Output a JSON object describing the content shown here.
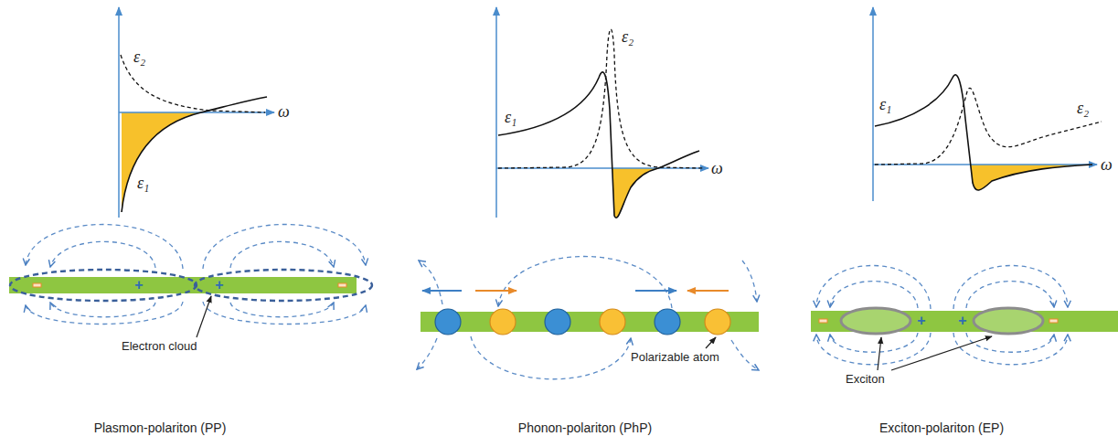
{
  "diagram": {
    "labels": [
      "ε₂",
      "ε₁",
      "ω",
      "ε₁",
      "ε₂",
      "ω",
      "ε₁",
      "ε₂",
      "ω",
      "+",
      "+",
      "Electron cloud",
      "Polarizable atom",
      "+",
      "+",
      "Exciton",
      "Plasmon-polariton (PP)",
      "Phonon-polariton (PhP)",
      "Exciton-polariton (EP)"
    ]
  }
}
